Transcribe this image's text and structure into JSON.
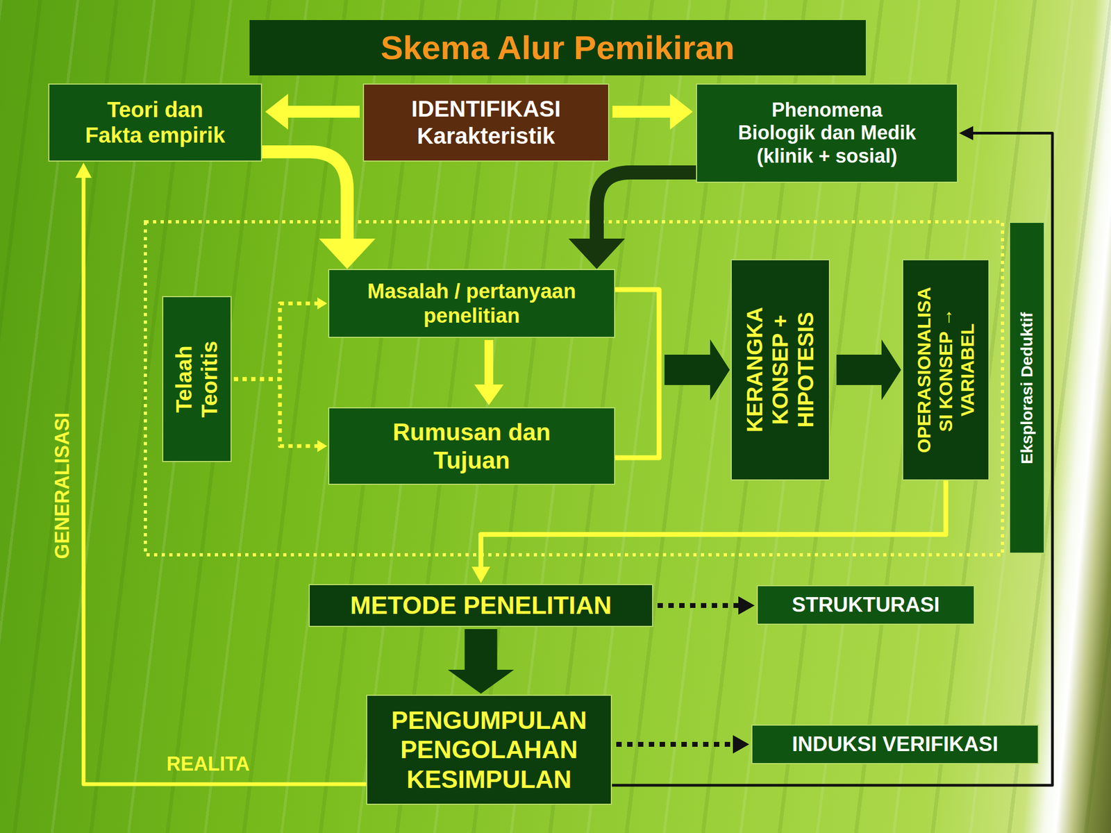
{
  "diagram": {
    "title": "Skema Alur Pemikiran",
    "nodes": [
      {
        "text": [
          "Teori dan Fakta empirik"
        ]
      },
      {
        "text": [
          "IDENTIFIKASI Karakteristik"
        ]
      },
      {
        "text": [
          "Phenomena Biologik dan Medik (klinik + sosial)"
        ]
      },
      {
        "text": [
          "Telaah Teoritis"
        ]
      },
      {
        "text": [
          "Masalah / pertanyaan penelitian"
        ]
      },
      {
        "text": [
          "Rumusan dan Tujuan"
        ]
      },
      {
        "text": [
          "KERANGKA KONSEP + HIPOTESIS"
        ]
      },
      {
        "text": [
          "OPERASIONALISA SI KONSEP → VARIABEL"
        ]
      },
      {
        "text": [
          "Eksplorasi Deduktif"
        ]
      },
      {
        "text": [
          "METODE PENELITIAN"
        ]
      },
      {
        "text": [
          "STRUKTURASI"
        ]
      },
      {
        "text": [
          "PENGUMPULAN PENGOLAHAN KESIMPULAN"
        ]
      },
      {
        "text": [
          "INDUKSI VERIFIKASI"
        ]
      }
    ],
    "edges": [
      {
        "from": 1,
        "to": 0,
        "arrow": "to"
      },
      {
        "from": 1,
        "to": 2,
        "arrow": "to"
      },
      {
        "from": 0,
        "to": 4,
        "arrow": "to"
      },
      {
        "from": 2,
        "to": 4,
        "arrow": "to"
      },
      {
        "from": 3,
        "to": 4,
        "arrow": "to"
      },
      {
        "from": 3,
        "to": 5,
        "arrow": "to"
      },
      {
        "from": 4,
        "to": 5,
        "arrow": "to"
      },
      {
        "from": 4,
        "to": 6,
        "arrow": "to"
      },
      {
        "from": 5,
        "to": 6,
        "arrow": "to"
      },
      {
        "from": 6,
        "to": 7,
        "arrow": "to"
      },
      {
        "from": 7,
        "to": 9,
        "arrow": "to"
      },
      {
        "from": 9,
        "to": 10,
        "arrow": "to"
      },
      {
        "from": 9,
        "to": 11,
        "arrow": "to"
      },
      {
        "from": 11,
        "to": 12,
        "arrow": "to"
      },
      {
        "from": 11,
        "to": 0,
        "arrow": "to"
      },
      {
        "from": 11,
        "to": 2,
        "arrow": "to"
      }
    ],
    "labels": [
      "GENERALISASI",
      "REALITA"
    ]
  }
}
